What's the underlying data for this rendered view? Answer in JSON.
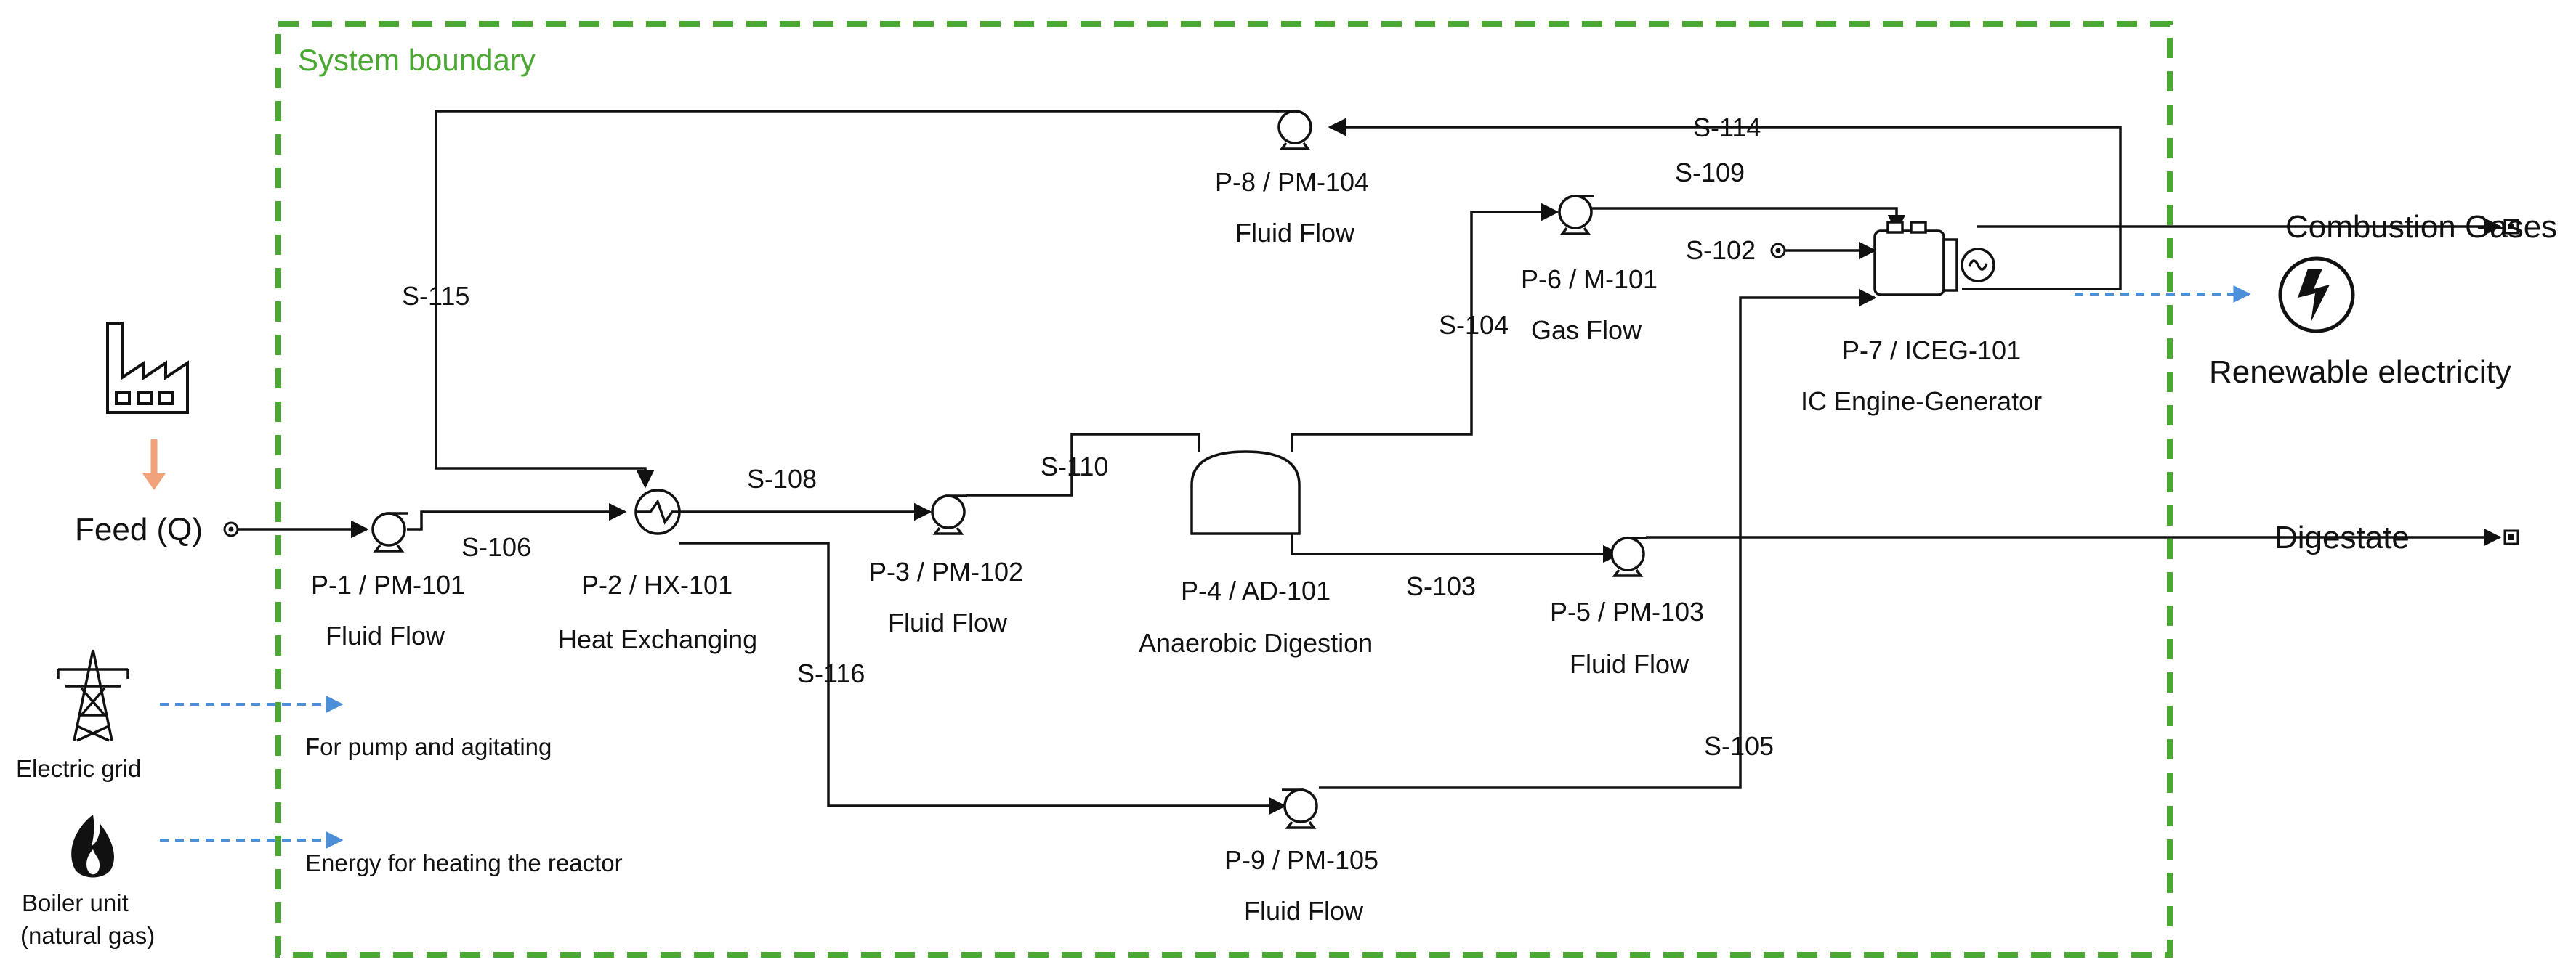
{
  "colors": {
    "boundary": "#4aa833",
    "energy_arrow": "#4a8fd8",
    "feed_arrow": "#f0a27a",
    "line": "#111111"
  },
  "boundary": {
    "label": "System boundary"
  },
  "inputs": {
    "feed": "Feed (Q)",
    "electric_grid": "Electric grid",
    "electric_note": "For pump and agitating",
    "boiler_line1": "Boiler unit",
    "boiler_line2": "(natural gas)",
    "boiler_note": "Energy for heating the reactor"
  },
  "outputs": {
    "combustion": "Combustion Gases",
    "renewable": "Renewable electricity",
    "digestate": "Digestate"
  },
  "units": [
    {
      "id": "P-1 / PM-101",
      "desc": "Fluid Flow"
    },
    {
      "id": "P-2 / HX-101",
      "desc": "Heat Exchanging"
    },
    {
      "id": "P-3 / PM-102",
      "desc": "Fluid Flow"
    },
    {
      "id": "P-4 / AD-101",
      "desc": "Anaerobic Digestion"
    },
    {
      "id": "P-5 / PM-103",
      "desc": "Fluid Flow"
    },
    {
      "id": "P-6 / M-101",
      "desc": "Gas Flow"
    },
    {
      "id": "P-7 / ICEG-101",
      "desc": "IC Engine-Generator"
    },
    {
      "id": "P-8 / PM-104",
      "desc": "Fluid Flow"
    },
    {
      "id": "P-9 / PM-105",
      "desc": "Fluid Flow"
    }
  ],
  "streams": {
    "s102": "S-102",
    "s103": "S-103",
    "s104": "S-104",
    "s105": "S-105",
    "s106": "S-106",
    "s108": "S-108",
    "s109": "S-109",
    "s110": "S-110",
    "s114": "S-114",
    "s115": "S-115",
    "s116": "S-116"
  },
  "icons": [
    "factory-icon",
    "power-tower-icon",
    "flame-icon",
    "lightning-icon",
    "pump-icon",
    "heat-exchanger-icon",
    "digester-icon",
    "engine-generator-icon"
  ]
}
